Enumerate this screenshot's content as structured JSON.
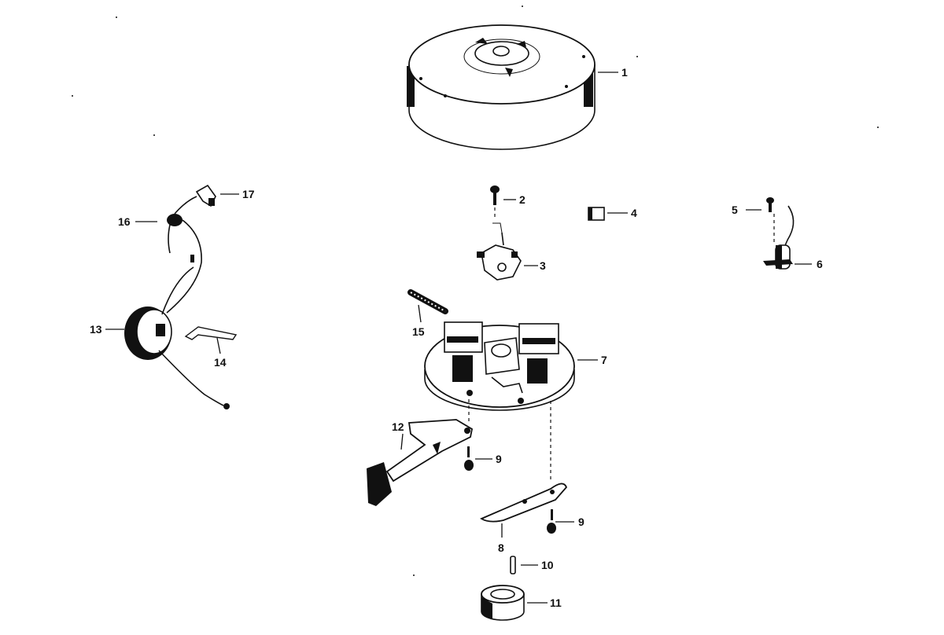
{
  "diagram": {
    "callouts": [
      {
        "id": "1",
        "text": "1"
      },
      {
        "id": "2",
        "text": "2"
      },
      {
        "id": "3",
        "text": "3"
      },
      {
        "id": "4",
        "text": "4"
      },
      {
        "id": "5",
        "text": "5"
      },
      {
        "id": "6",
        "text": "6"
      },
      {
        "id": "7",
        "text": "7"
      },
      {
        "id": "8",
        "text": "8"
      },
      {
        "id": "9a",
        "text": "9"
      },
      {
        "id": "9b",
        "text": "9"
      },
      {
        "id": "10",
        "text": "10"
      },
      {
        "id": "11",
        "text": "11"
      },
      {
        "id": "12",
        "text": "12"
      },
      {
        "id": "13",
        "text": "13"
      },
      {
        "id": "14",
        "text": "14"
      },
      {
        "id": "15",
        "text": "15"
      },
      {
        "id": "16",
        "text": "16"
      },
      {
        "id": "17",
        "text": "17"
      }
    ]
  }
}
